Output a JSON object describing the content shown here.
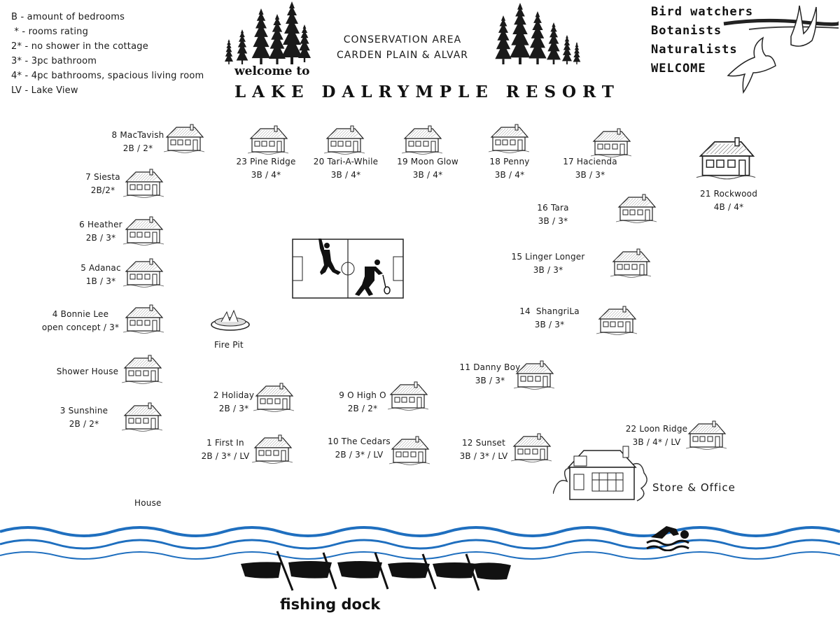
{
  "legend": [
    "B - amount of bedrooms",
    " * - rooms rating",
    "2* - no shower in the cottage",
    "3* - 3pc bathroom",
    "4* - 4pc bathrooms, spacious living room",
    "LV - Lake View"
  ],
  "header": {
    "conservation_line1": "CONSERVATION AREA",
    "conservation_line2": "CARDEN PLAIN  & ALVAR",
    "welcome": "welcome to",
    "resort_name": "LAKE DALRYMPLE RESORT"
  },
  "greeting": [
    "Bird watchers",
    "Botanists",
    "Naturalists",
    "WELCOME"
  ],
  "cottages": [
    {
      "id": "8",
      "name": "8 MacTavish",
      "info": "2B / 2*"
    },
    {
      "id": "23",
      "name": "23 Pine Ridge",
      "info": "3B / 4*"
    },
    {
      "id": "20",
      "name": "20 Tari-A-While",
      "info": "3B / 4*"
    },
    {
      "id": "19",
      "name": "19 Moon Glow",
      "info": "3B / 4*"
    },
    {
      "id": "18",
      "name": "18 Penny",
      "info": "3B / 4*"
    },
    {
      "id": "17",
      "name": "17 Hacienda",
      "info": "3B / 3*"
    },
    {
      "id": "21",
      "name": "21 Rockwood",
      "info": "4B / 4*"
    },
    {
      "id": "7",
      "name": "7 Siesta",
      "info": "2B/2*"
    },
    {
      "id": "16",
      "name": "16 Tara",
      "info": "3B / 3*"
    },
    {
      "id": "6",
      "name": "6 Heather",
      "info": "2B / 3*"
    },
    {
      "id": "15",
      "name": "15 Linger Longer",
      "info": "3B / 3*"
    },
    {
      "id": "5",
      "name": "5 Adanac",
      "info": "1B / 3*"
    },
    {
      "id": "14",
      "name": "14  ShangriLa",
      "info": "3B / 3*"
    },
    {
      "id": "4",
      "name": "4 Bonnie Lee",
      "info": "open concept / 3*"
    },
    {
      "id": "shower",
      "name": "Shower House",
      "info": ""
    },
    {
      "id": "11",
      "name": "11 Danny Boy",
      "info": "3B / 3*"
    },
    {
      "id": "3",
      "name": "3 Sunshine",
      "info": "2B / 2*"
    },
    {
      "id": "2",
      "name": "2 Holiday",
      "info": "2B / 3*"
    },
    {
      "id": "9",
      "name": "9 O High O",
      "info": "2B / 2*"
    },
    {
      "id": "22",
      "name": "22 Loon Ridge",
      "info": "3B / 4* / LV"
    },
    {
      "id": "1",
      "name": "1 First In",
      "info": "2B / 3* / LV"
    },
    {
      "id": "10",
      "name": "10 The Cedars",
      "info": "2B / 3* / LV"
    },
    {
      "id": "12",
      "name": "12 Sunset",
      "info": "3B / 3* / LV"
    }
  ],
  "amenities": {
    "fire_pit": "Fire Pit",
    "house": "House",
    "store": "Store & Office",
    "dock": "fishing dock"
  },
  "colors": {
    "water": "#1f6fbf",
    "ink": "#111111"
  },
  "icons": [
    "pine-tree-icon",
    "cottage-icon",
    "seagull-icon",
    "basketball-player-icon",
    "badminton-player-icon",
    "fire-pit-icon",
    "swimmer-icon",
    "canoe-icon",
    "store-building-icon"
  ]
}
